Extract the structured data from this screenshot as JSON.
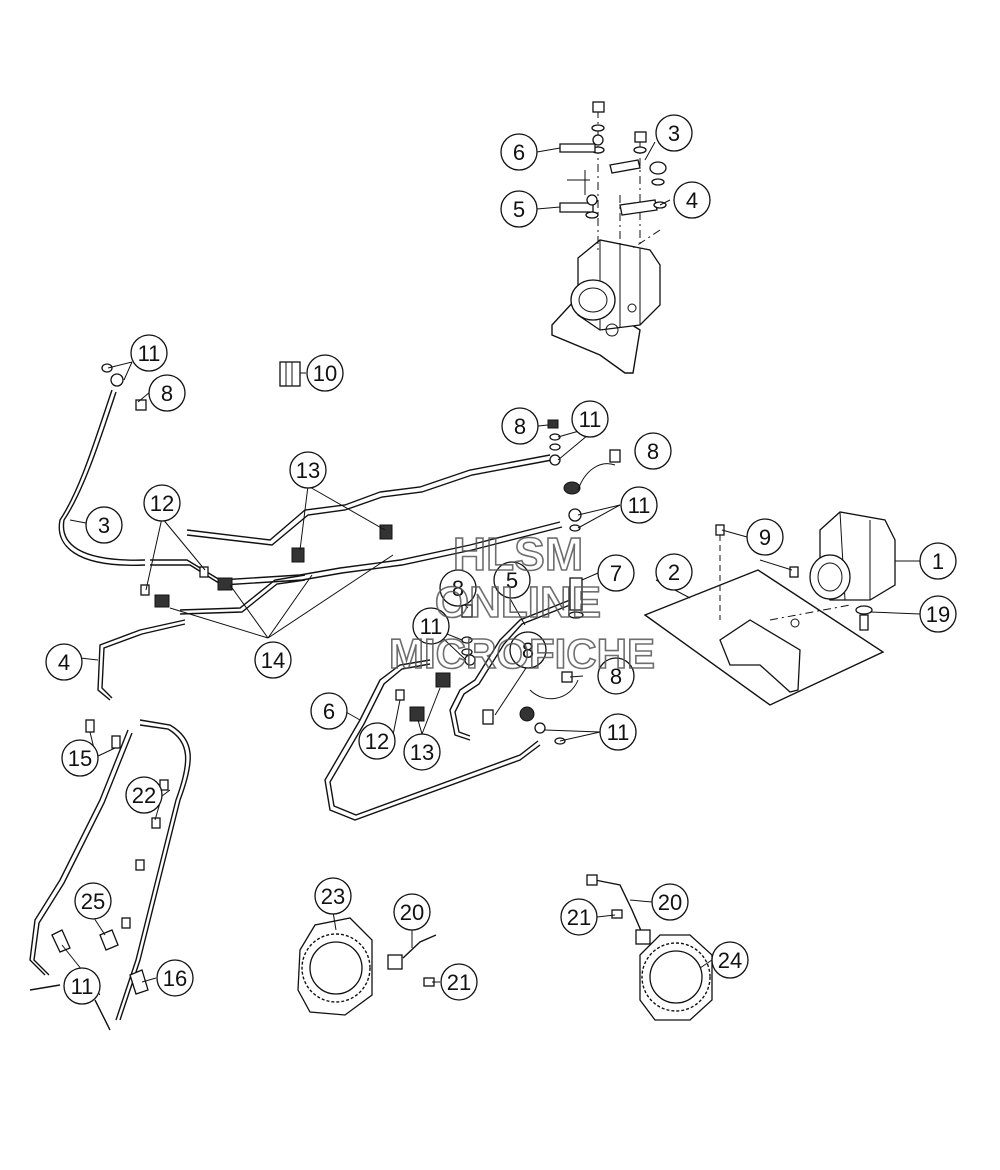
{
  "watermark": {
    "line1": "HLSM",
    "line2": "ONLINE",
    "line3": "MICROFICHE"
  },
  "callouts": [
    {
      "id": "c6-top",
      "label": "6"
    },
    {
      "id": "c3-top",
      "label": "3"
    },
    {
      "id": "c5-top",
      "label": "5"
    },
    {
      "id": "c4-top",
      "label": "4"
    },
    {
      "id": "c11-a",
      "label": "11"
    },
    {
      "id": "c8-a",
      "label": "8"
    },
    {
      "id": "c10",
      "label": "10"
    },
    {
      "id": "c3-mid",
      "label": "3"
    },
    {
      "id": "c12-a",
      "label": "12"
    },
    {
      "id": "c13-a",
      "label": "13"
    },
    {
      "id": "c8-b",
      "label": "8"
    },
    {
      "id": "c11-b",
      "label": "11"
    },
    {
      "id": "c8-c",
      "label": "8"
    },
    {
      "id": "c11-c",
      "label": "11"
    },
    {
      "id": "c9",
      "label": "9"
    },
    {
      "id": "c1",
      "label": "1"
    },
    {
      "id": "c2",
      "label": "2"
    },
    {
      "id": "c7",
      "label": "7"
    },
    {
      "id": "c5-mid",
      "label": "5"
    },
    {
      "id": "c8-d",
      "label": "8"
    },
    {
      "id": "c19",
      "label": "19"
    },
    {
      "id": "c4-mid",
      "label": "4"
    },
    {
      "id": "c14",
      "label": "14"
    },
    {
      "id": "c11-d",
      "label": "11"
    },
    {
      "id": "c8-e",
      "label": "8"
    },
    {
      "id": "c8-f",
      "label": "8"
    },
    {
      "id": "c6-mid",
      "label": "6"
    },
    {
      "id": "c12-b",
      "label": "12"
    },
    {
      "id": "c13-b",
      "label": "13"
    },
    {
      "id": "c11-e",
      "label": "11"
    },
    {
      "id": "c15",
      "label": "15"
    },
    {
      "id": "c22",
      "label": "22"
    },
    {
      "id": "c25",
      "label": "25"
    },
    {
      "id": "c11-f",
      "label": "11"
    },
    {
      "id": "c16",
      "label": "16"
    },
    {
      "id": "c23",
      "label": "23"
    },
    {
      "id": "c20-a",
      "label": "20"
    },
    {
      "id": "c21-a",
      "label": "21"
    },
    {
      "id": "c20-b",
      "label": "20"
    },
    {
      "id": "c21-b",
      "label": "21"
    },
    {
      "id": "c24",
      "label": "24"
    }
  ]
}
